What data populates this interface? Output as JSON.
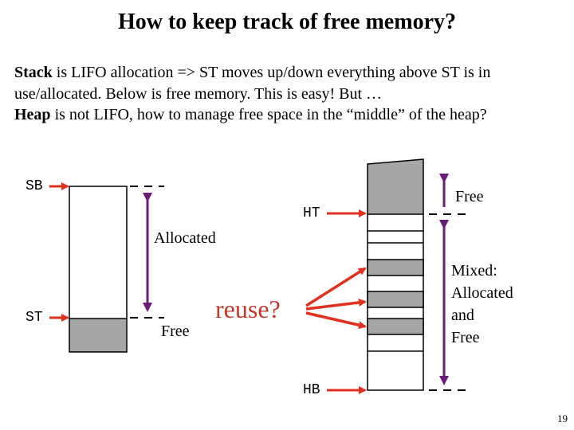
{
  "slide": {
    "title": "How to keep track of free memory?",
    "paragraph": {
      "stack_term": "Stack",
      "stack_text": " is LIFO allocation => ST moves up/down everything above ST is in use/allocated. Below is free memory. This is easy! But …",
      "heap_term": "Heap",
      "heap_text": " is not LIFO, how to manage free space in the “middle” of the heap?"
    },
    "page_number": "19"
  },
  "diagram": {
    "stack": {
      "sb_label": "SB",
      "st_label": "ST",
      "allocated_label": "Allocated",
      "free_label": "Free"
    },
    "heap": {
      "ht_label": "HT",
      "hb_label": "HB",
      "free_label": "Free",
      "mixed_lines": [
        "Mixed:",
        "Allocated",
        "and",
        "Free"
      ]
    },
    "reuse_label": "reuse?",
    "colors": {
      "arrow_red": "#e0301e",
      "bracket_purple": "#6a1b7a",
      "free_gray": "#a6a6a6",
      "reuse_text": "#c0392b"
    }
  }
}
